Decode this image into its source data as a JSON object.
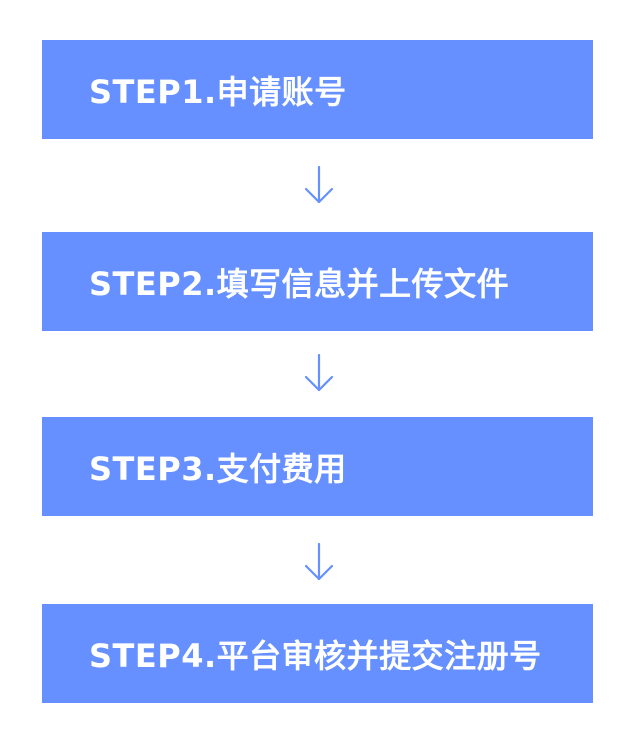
{
  "colors": {
    "box_fill": "#6690ff",
    "box_text": "#ffffff",
    "arrow": "#6690ff",
    "background": "#ffffff"
  },
  "steps": [
    {
      "label": "STEP1.申请账号"
    },
    {
      "label": "STEP2.填写信息并上传文件"
    },
    {
      "label": "STEP3.支付费用"
    },
    {
      "label": "STEP4.平台审核并提交注册号"
    }
  ],
  "connectors": [
    {
      "icon": "arrow-down-icon"
    },
    {
      "icon": "arrow-down-icon"
    },
    {
      "icon": "arrow-down-icon"
    }
  ]
}
